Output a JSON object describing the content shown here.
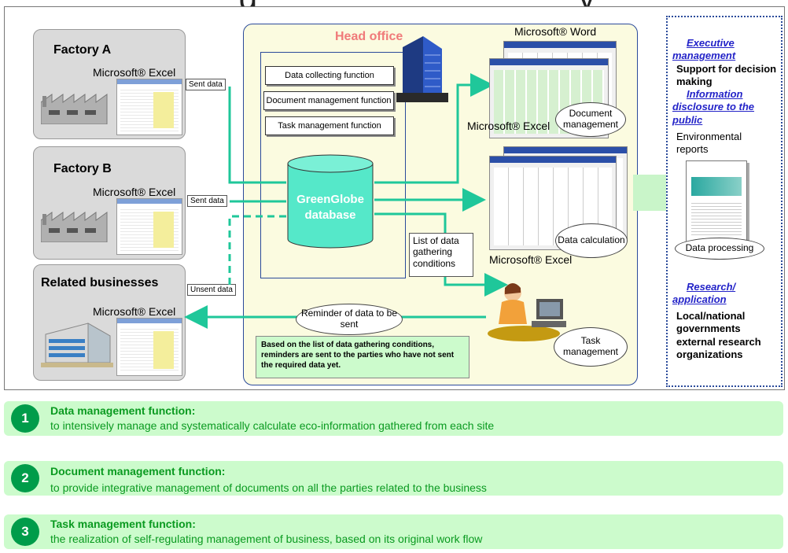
{
  "title": "     g                                   y",
  "sites": {
    "factory_a": {
      "title": "Factory A",
      "excel": "Microsoft® Excel",
      "tag": "Sent data"
    },
    "factory_b": {
      "title": "Factory B",
      "excel": "Microsoft® Excel",
      "tag": "Sent data"
    },
    "related": {
      "title": "Related businesses",
      "excel": "Microsoft® Excel",
      "tag": "Unsent data"
    }
  },
  "head_office": {
    "title": "Head office",
    "functions": [
      "Data collecting function",
      "Document management function",
      "Task management function"
    ],
    "database": [
      "GreenGlobe",
      "database"
    ],
    "word_label": "Microsoft® Word",
    "excel_label_1": "Microsoft® Excel",
    "excel_label_2": "Microsoft® Excel",
    "doc_mgmt": "Document management",
    "data_calc": "Data calculation",
    "conditions": "List of data gathering conditions",
    "reminder": "Reminder of data to be sent",
    "task_mgmt": "Task management",
    "note": "Based on the list of data gathering conditions, reminders are sent to the parties who have not sent the required data yet."
  },
  "right_panel": {
    "exec_link": "Executive management",
    "exec_text": "Support for decision making",
    "info_link": "Information disclosure to the public",
    "info_text": "Environmental reports",
    "data_processing": "Data processing",
    "research_link": "Research/ application",
    "research_text": "Local/national governments external research organizations"
  },
  "functions": [
    {
      "num": "1",
      "title": "Data management function:",
      "desc": "to intensively manage and systematically calculate eco-information gathered from each site"
    },
    {
      "num": "2",
      "title": "Document management function:",
      "desc": "to provide integrative management of documents on all the parties related to the business"
    },
    {
      "num": "3",
      "title": "Task management function:",
      "desc": "the realization of self-regulating management of business, based on its original work flow"
    }
  ],
  "colors": {
    "arrow": "#1fc79a",
    "strip_bg": "#ccfbcc",
    "circle": "#009c4a",
    "db": "#55e8c9",
    "link": "#2323c8",
    "head_office_title": "#f07a7a"
  }
}
